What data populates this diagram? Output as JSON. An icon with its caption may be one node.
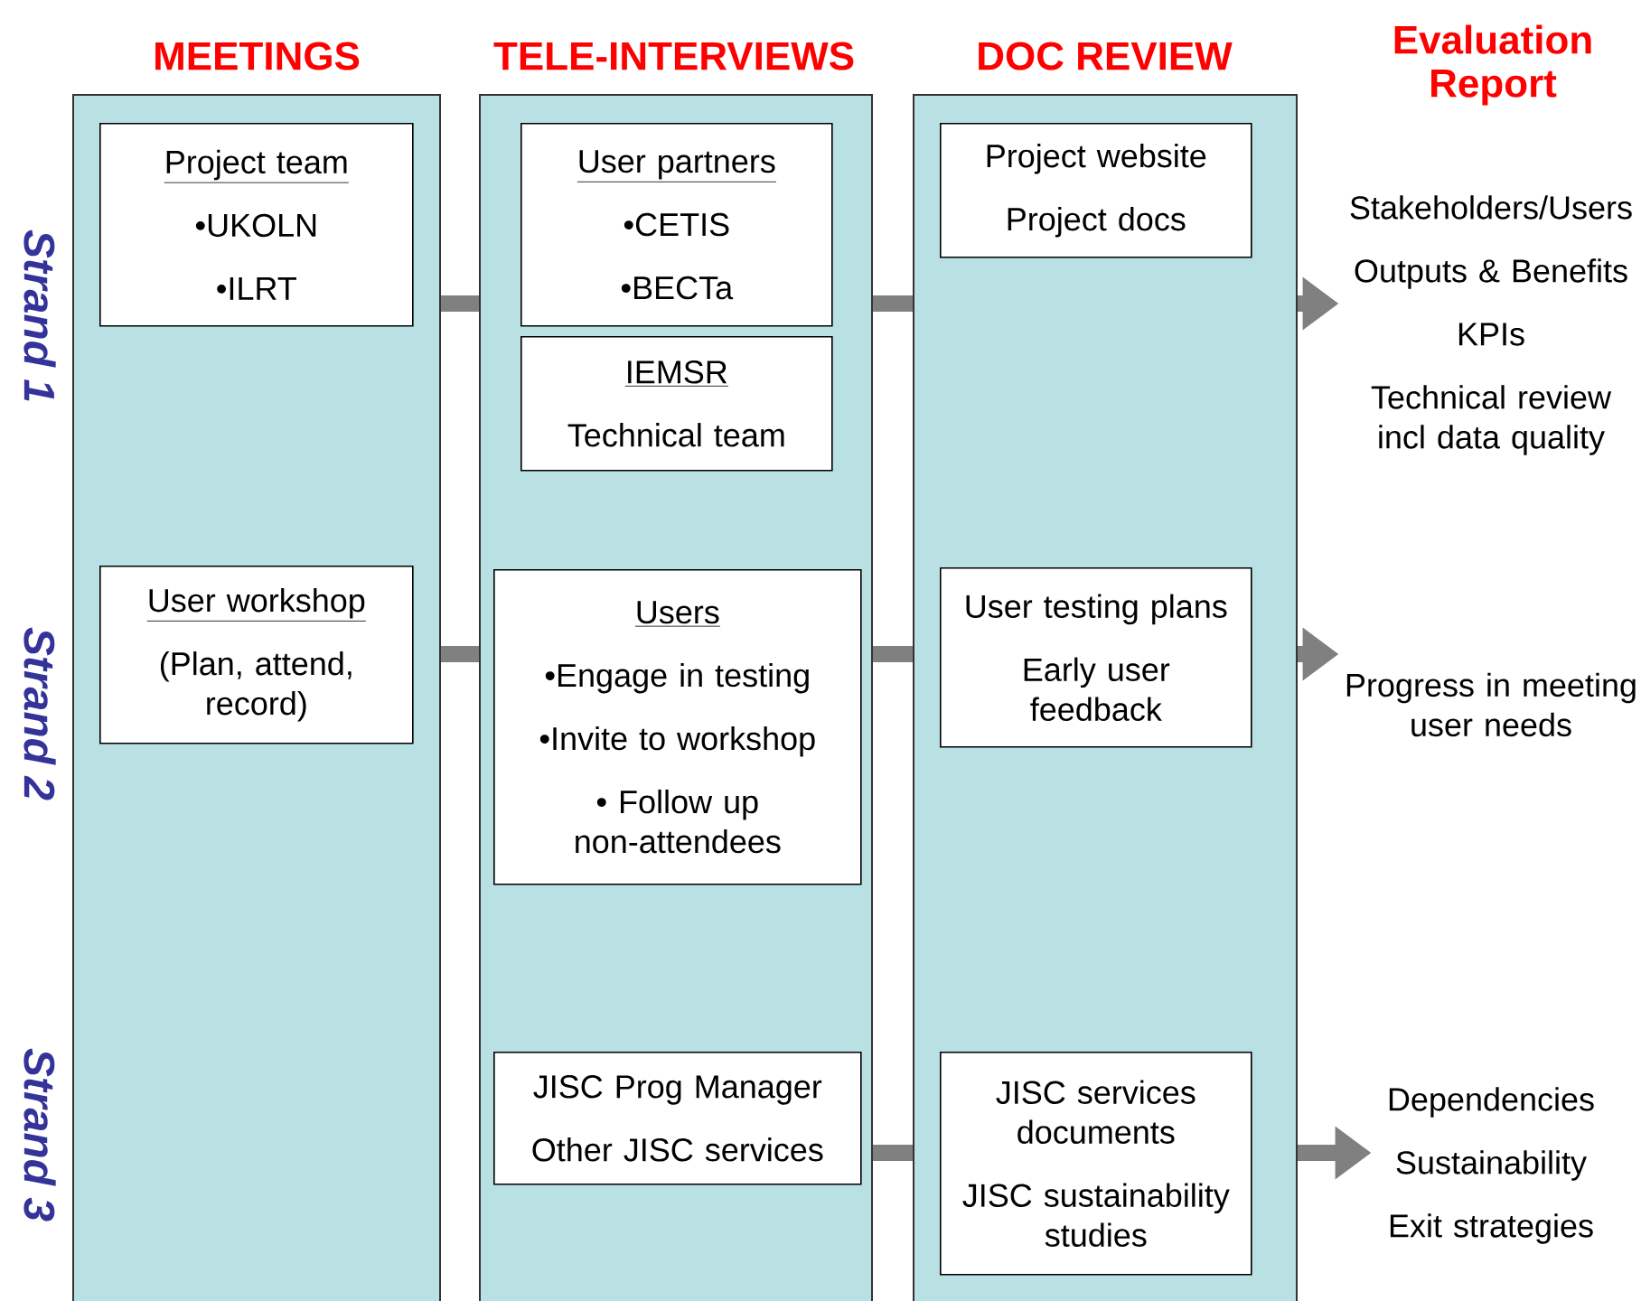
{
  "diagram": {
    "nodes": [
      {
        "text": [
          "MEETINGS"
        ]
      },
      {
        "text": [
          "TELE-INTERVIEWS"
        ]
      },
      {
        "text": [
          "DOC REVIEW"
        ]
      },
      {
        "text": [
          "Project team",
          "•UKOLN",
          "•ILRT"
        ],
        "in": 0
      },
      {
        "text": [
          "User partners",
          "•CETIS",
          "•BECTa"
        ],
        "in": 1
      },
      {
        "text": [
          "IEMSR",
          "Technical team"
        ],
        "in": 1
      },
      {
        "text": [
          "Project website",
          "Project docs"
        ],
        "in": 2
      },
      {
        "text": [
          "User workshop",
          "(Plan, attend, record)"
        ],
        "in": 0
      },
      {
        "text": [
          "Users",
          "•Engage in testing",
          "•Invite to workshop",
          "• Follow up non-attendees"
        ],
        "in": 1
      },
      {
        "text": [
          "User testing plans",
          "Early user feedback"
        ],
        "in": 2
      },
      {
        "text": [
          "JISC Prog Manager",
          "Other JISC services"
        ],
        "in": 1
      },
      {
        "text": [
          "JISC services documents",
          "JISC sustainability studies"
        ],
        "in": 2
      },
      {
        "text": [
          "Stakeholders/Users",
          "Outputs & Benefits",
          "KPIs",
          "Technical review incl data quality"
        ]
      },
      {
        "text": [
          "Progress in meeting user needs"
        ]
      },
      {
        "text": [
          "Dependencies",
          "Sustainability",
          "Exit strategies"
        ]
      }
    ],
    "edges": [
      {
        "from": 0,
        "to": 1,
        "arrow": "none"
      },
      {
        "from": 1,
        "to": 2,
        "arrow": "none"
      },
      {
        "from": 2,
        "to": 12,
        "arrow": "to"
      },
      {
        "from": 0,
        "to": 1,
        "arrow": "none"
      },
      {
        "from": 1,
        "to": 2,
        "arrow": "none"
      },
      {
        "from": 2,
        "to": 13,
        "arrow": "to"
      },
      {
        "from": 1,
        "to": 2,
        "arrow": "none"
      },
      {
        "from": 2,
        "to": 14,
        "arrow": "to"
      }
    ],
    "labels": [
      "Evaluation Report",
      "Strand 1",
      "Strand 2",
      "Strand 3"
    ]
  }
}
